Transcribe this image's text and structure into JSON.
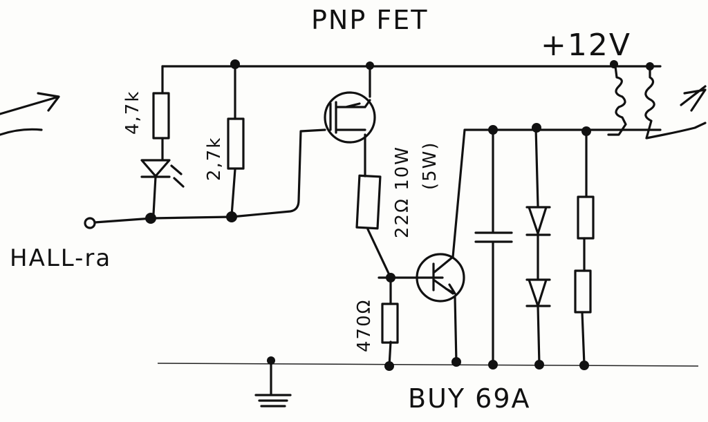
{
  "labels": {
    "title": "PNP FET",
    "supply": "+12V",
    "input": "HALL-ra",
    "r1": "4,7k",
    "r2": "2,7k",
    "r3": "22Ω 10W",
    "r3_note": "(5W)",
    "r4": "470Ω",
    "transistor": "BUY 69A"
  },
  "colors": {
    "ink": "#111111",
    "paper": "#fdfdfb"
  }
}
